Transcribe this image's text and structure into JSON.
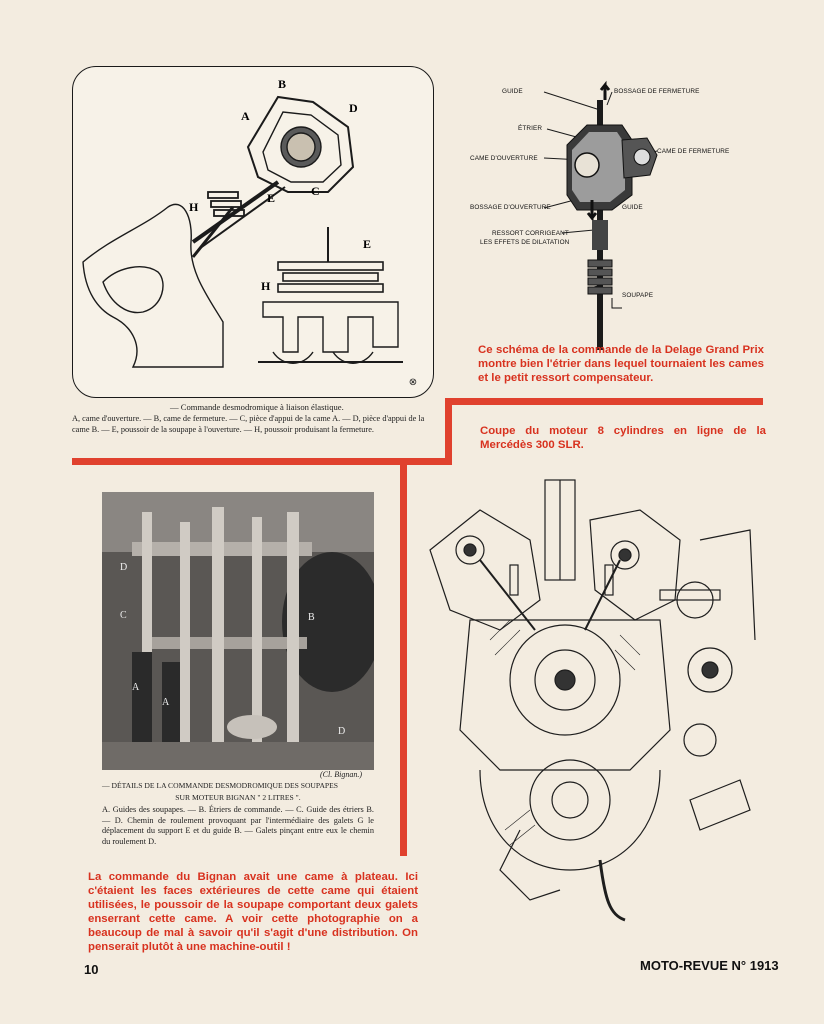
{
  "figure_left_top": {
    "letters": [
      "A",
      "B",
      "C",
      "D",
      "E",
      "H",
      "E",
      "H"
    ],
    "caption_title": "— Commande desmodromique à liaison élastique.",
    "caption_body": "A, came d'ouverture. — B, came de fermeture. — C, pièce d'appui de la came A. — D, pièce d'appui de la came B. — E, poussoir de la soupape à l'ouverture. — H, poussoir produisant la fermeture."
  },
  "figure_delage": {
    "labels": {
      "guide_top": "GUIDE",
      "bossage_fermeture": "BOSSAGE DE FERMETURE",
      "etrier": "ÉTRIER",
      "came_ouverture": "CAME D'OUVERTURE",
      "came_fermeture": "CAME DE FERMETURE",
      "bossage_ouverture": "BOSSAGE D'OUVERTURE",
      "guide_bottom": "GUIDE",
      "ressort_line1": "RESSORT CORRIGEANT",
      "ressort_line2": "LES EFFETS DE DILATATION",
      "soupape": "SOUPAPE"
    },
    "caption": "Ce schéma de la commande de la Delage Grand Prix montre bien l'étrier dans lequel tournaient les cames et le petit ressort compensateur."
  },
  "figure_mercedes": {
    "caption": "Coupe du moteur 8 cylindres en ligne de la Mercédès 300 SLR."
  },
  "figure_bignan": {
    "credit": "(Cl. Bignan.)",
    "caption_line1": "— DÉTAILS DE LA COMMANDE DESMODROMIQUE DES SOUPAPES",
    "caption_line2": "SUR MOTEUR BIGNAN \" 2 LITRES \".",
    "caption_body": "A. Guides des soupapes. — B. Étriers de commande. — C. Guide des étriers B. — D. Chemin de roulement provoquant par l'intermédiaire des galets G le déplacement du support E et du guide B. — Galets pinçant entre eux le chemin du roulement D.",
    "photo_letters": [
      "D",
      "C",
      "B",
      "A",
      "A",
      "D"
    ],
    "caption": "La commande du Bignan avait une came à plateau. Ici c'étaient les faces extérieures de cette came qui étaient utilisées, le poussoir de la soupape comportant deux galets enserrant cette came. A voir cette photographie on a beaucoup de mal à savoir qu'il s'agit d'une distribution. On penserait plutôt à une machine-outil !"
  },
  "footer": {
    "page_number": "10",
    "magazine": "MOTO-REVUE",
    "issue": "N° 1913"
  },
  "colors": {
    "accent_red": "#e0412e",
    "caption_red": "#d8321f",
    "paper": "#f3ece0"
  }
}
